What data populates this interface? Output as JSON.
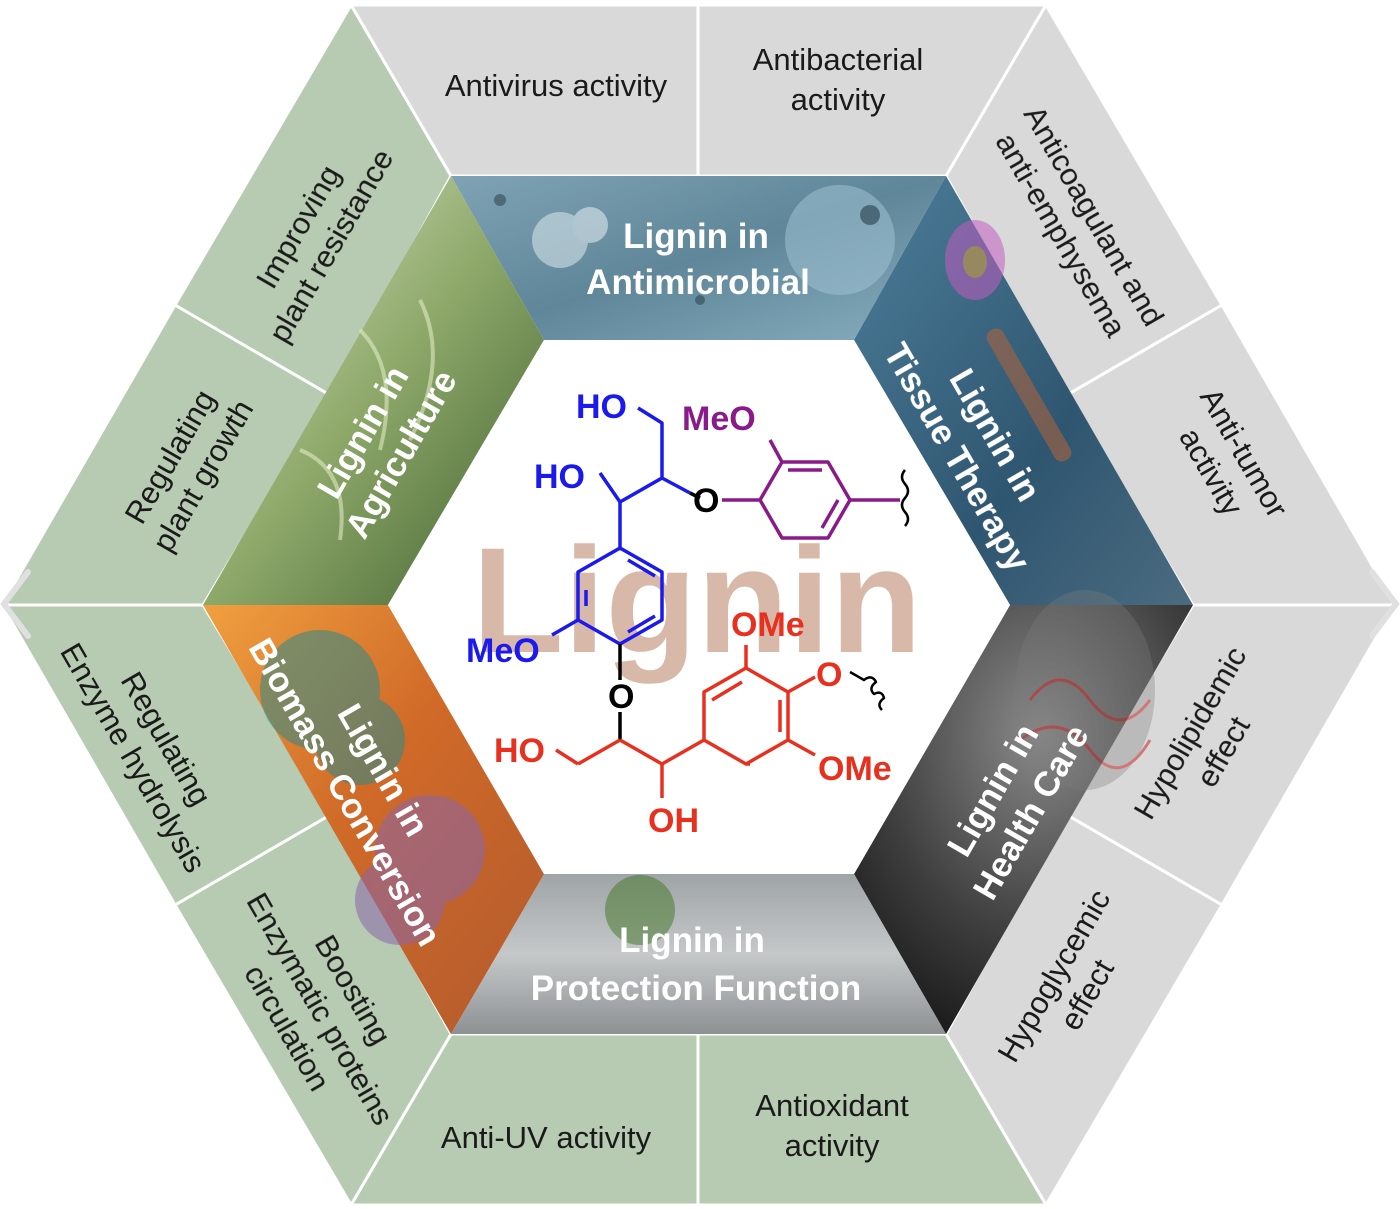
{
  "center_title": "Lignin",
  "outer_labels": {
    "antivirus": "Antivirus activity",
    "antibacterial_1": "Antibacterial",
    "antibacterial_2": "activity",
    "anticoag_1": "Anticoagulant and",
    "anticoag_2": "anti-emphysema",
    "antitumor_1": "Anti-tumor",
    "antitumor_2": "activity",
    "hypolipidemic_1": "Hypolipidemic",
    "hypolipidemic_2": "effect",
    "hypoglycemic_1": "Hypoglycemic",
    "hypoglycemic_2": "effect",
    "antioxidant_1": "Antioxidant",
    "antioxidant_2": "activity",
    "antiuv": "Anti-UV activity",
    "boosting_1": "Boosting",
    "boosting_2": "Enzymatic proteins",
    "boosting_3": "circulation",
    "enzyme_1": "Regulating",
    "enzyme_2": "Enzyme hydrolysis",
    "growth_1": "Regulating",
    "growth_2": "plant growth",
    "resistance_1": "Improving",
    "resistance_2": "plant resistance"
  },
  "inner_labels": {
    "antimicrobial_1": "Lignin in",
    "antimicrobial_2": "Antimicrobial",
    "tissue_1": "Lignin in",
    "tissue_2": "Tissue Therapy",
    "health_1": "Lignin in",
    "health_2": "Health Care",
    "protection_1": "Lignin in",
    "protection_2": "Protection Function",
    "biomass_1": "Lignin in",
    "biomass_2": "Biomass Conversion",
    "agriculture_1": "Lignin in",
    "agriculture_2": "Agriculture"
  },
  "structure": {
    "ho_top": "HO",
    "ho_mid": "HO",
    "o_ether_top": "O",
    "meo_purple": "MeO",
    "meo_blue": "MeO",
    "o_ether_mid": "O",
    "ome_top": "OMe",
    "o_right": "O",
    "ho_red": "HO",
    "oh_red": "OH",
    "ome_bottom": "OMe"
  },
  "colors": {
    "green_panel": "#b6cbb1",
    "gray_panel": "#d9d9d9",
    "blue_unit": "#1a1aee",
    "purple_unit": "#8a1a8a",
    "red_unit": "#e8301e",
    "watermark": "#d8b8a8"
  }
}
